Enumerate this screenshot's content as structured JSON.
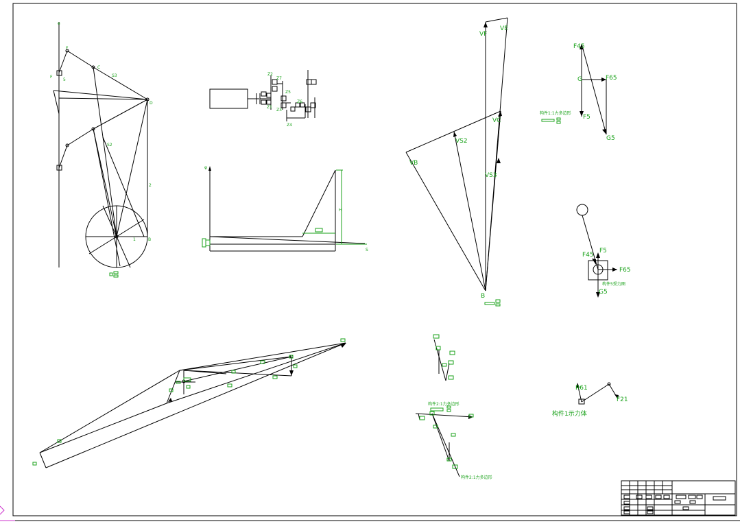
{
  "colors": {
    "line": "#000000",
    "annotation": "#1aa21a",
    "background": "#ffffff",
    "marker": "#cc33cc"
  },
  "linkage": {
    "labels": {
      "e": "e",
      "f_top": "F",
      "f_left": "F",
      "b5": "5",
      "c": "C",
      "s3": "S3",
      "d": "D",
      "s2": "S2",
      "two": "2",
      "one": "1",
      "b": "B"
    }
  },
  "gear_train": {
    "labels": {
      "z1": "Z1",
      "z2": "Z2",
      "z3": "Z3",
      "z4": "Z4",
      "z5": "Z5",
      "z6": "Z6",
      "z7": "Z7"
    }
  },
  "force_graph": {
    "labels": {
      "y_axis": "φ",
      "x_axis": "S",
      "h": "H"
    }
  },
  "velocity_polygon": {
    "labels": {
      "vf": "VF",
      "ve": "VE",
      "vc": "VC",
      "vb": "VB",
      "vs2": "VS2",
      "vs3": "VS3",
      "b": "B",
      "scale_note": "构件1:1力多边形"
    }
  },
  "force_polygon_1": {
    "labels": {
      "f45": "F45",
      "g": "G",
      "f65": "F65",
      "f5": "F5",
      "g5": "G5"
    }
  },
  "free_body_1": {
    "labels": {
      "f5": "F5",
      "f45": "F45",
      "f65": "F65",
      "g5": "G5",
      "title": "构件5受力图"
    }
  },
  "free_body_2": {
    "labels": {
      "r61": "R61",
      "f21": "F21",
      "title": "构件1示力体"
    }
  },
  "component2": {
    "labels": {
      "title_top": "构件2:1力多边形",
      "title_bottom": "构件2:1力多边形"
    }
  }
}
